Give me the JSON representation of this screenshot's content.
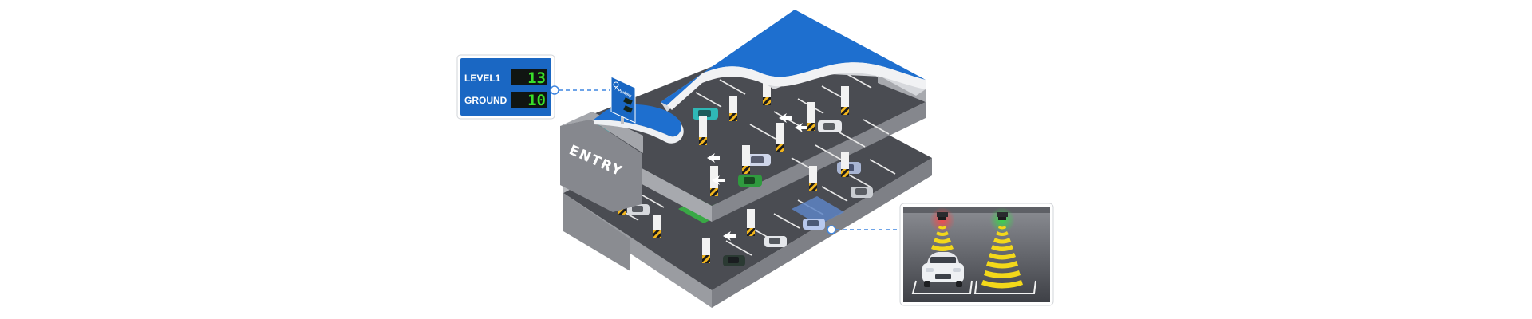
{
  "occupancy_board": {
    "rows": [
      {
        "label": "LEVEL1",
        "count": "13"
      },
      {
        "label": "GROUND",
        "count": "10"
      }
    ]
  },
  "entry_label": "ENTRY",
  "rooftop_sign_text": "P Parking",
  "sensor_inset": {
    "left_sensor_state": "occupied",
    "right_sensor_state": "free"
  },
  "colors": {
    "roof": "#1e6fcf",
    "floor": "#4a4c52",
    "slab": "#c5c7cb",
    "board": "#1a67c3",
    "digit": "#38e02a",
    "sensor_beam": "#f3d81a",
    "occupied_led": "#e23a3a",
    "free_led": "#2fcf3c",
    "leader": "#3f86e0"
  }
}
